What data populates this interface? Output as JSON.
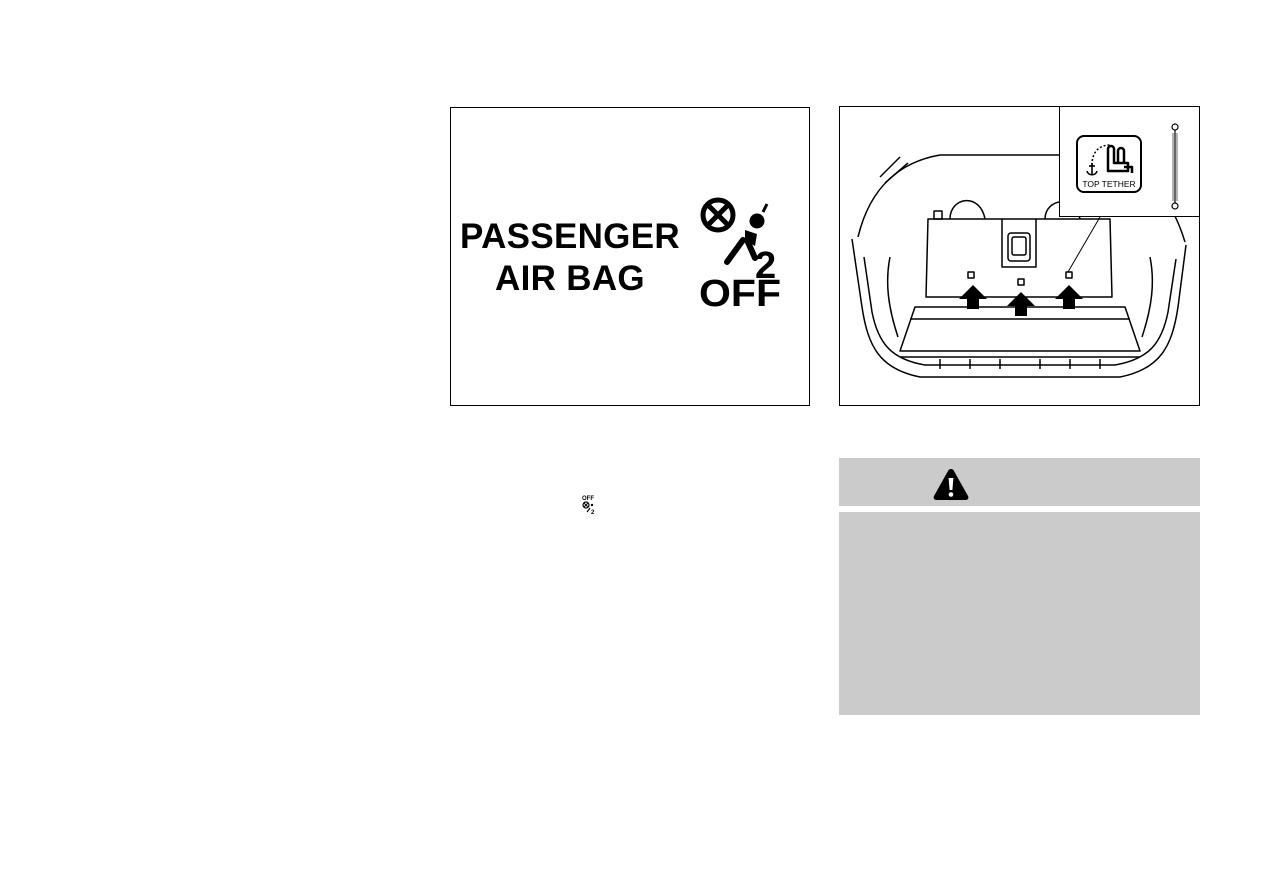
{
  "airbag_figure": {
    "label_line1": "PASSENGER",
    "label_line2": "AIR BAG",
    "symbol_text": "OFF",
    "symbol_seat_number": "2"
  },
  "tether_figure": {
    "badge_text": "TOP TETHER"
  },
  "inline_indicator": {
    "text": "OFF"
  },
  "warning_box": {
    "icon": "warning-triangle-icon"
  },
  "colors": {
    "warning_background": "#cbcbcb",
    "frame_border": "#000000"
  }
}
